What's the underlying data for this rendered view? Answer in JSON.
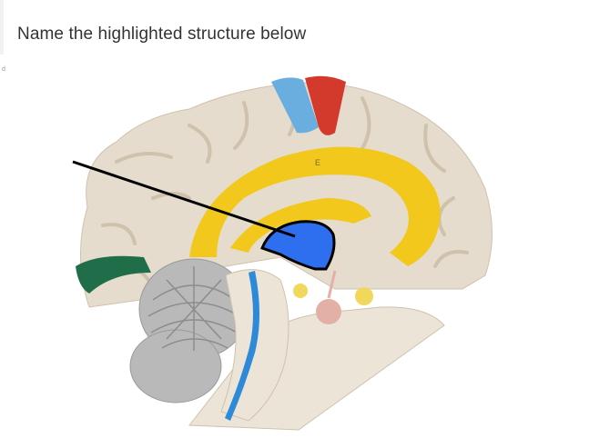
{
  "question": {
    "text": "Name the highlighted structure below"
  },
  "edge_mark": "d",
  "figure": {
    "subject": "sagittal-brain-model",
    "label_letter": "E",
    "colors": {
      "background": "#ffffff",
      "cortex": "#e6dccd",
      "cortex_shadow": "#cfc2ad",
      "corpus_callosum": "#f1c81b",
      "highlight_region": "#2e6ff0",
      "highlight_outline": "#000000",
      "motor_strip": "#d33a2c",
      "sensory_strip": "#6aaee0",
      "visual_cortex": "#1f6e49",
      "cerebellum": "#b9b9b9",
      "brainstem": "#ece4d6",
      "ventricle": "#2d8ad8",
      "pituitary": "#e3b0a6",
      "mammillary": "#f1d85a"
    },
    "pointer_line_color": "#000000"
  }
}
